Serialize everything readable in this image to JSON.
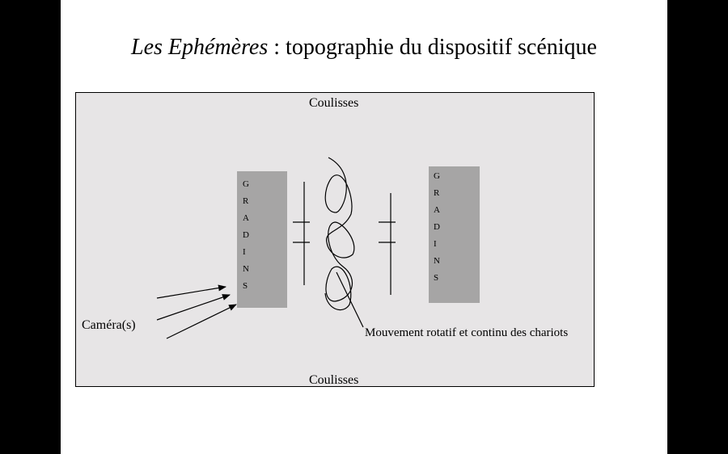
{
  "slide": {
    "title_italic": "Les Ephémères",
    "title_rest": " : topographie du dispositif scénique"
  },
  "diagram": {
    "top_label": "Coulisses",
    "bottom_label": "Coulisses",
    "camera_label": "Caméra(s)",
    "movement_label": "Mouvement rotatif et continu des chariots",
    "gradins_left": [
      "G",
      "R",
      "A",
      "D",
      "I",
      "N",
      "S"
    ],
    "gradins_right": [
      "G",
      "R",
      "A",
      "D",
      "I",
      "N",
      "S"
    ]
  },
  "colors": {
    "stage_background": "#e7e5e6",
    "gradins_fill": "#a6a5a5",
    "ink": "#000000"
  }
}
